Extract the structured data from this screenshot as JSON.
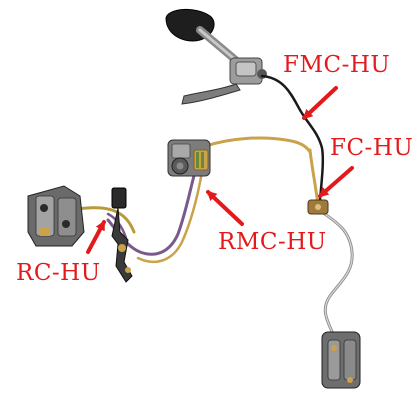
{
  "labels": {
    "fmc_hu": "FMC-HU",
    "fc_hu": "FC-HU",
    "rmc_hu": "RMC-HU",
    "rc_hu": "RC-HU"
  },
  "colors": {
    "label_red": "#e31a1c",
    "arrow_red": "#e31a1c",
    "hose_gold": "#c9a24a",
    "hose_purple": "#7a5a8c",
    "hose_black": "#1a1a1a",
    "hose_gray": "#9a9a9a",
    "part_gray": "#6e6e6e"
  }
}
